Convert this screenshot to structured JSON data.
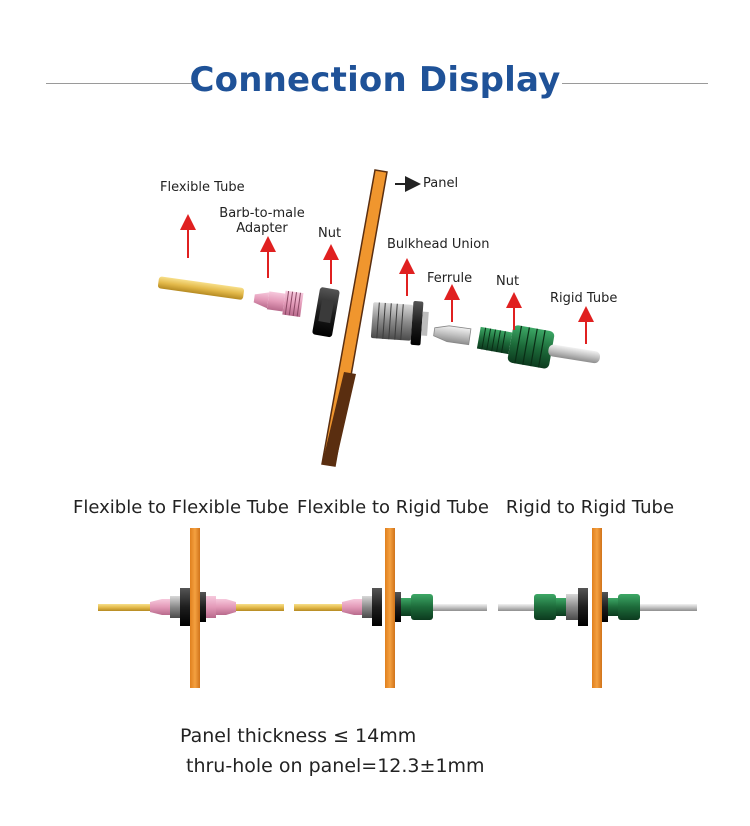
{
  "title": "Connection Display",
  "exploded_labels": {
    "flexible_tube": "Flexible Tube",
    "barb_adapter_line1": "Barb-to-male",
    "barb_adapter_line2": "Adapter",
    "nut_left": "Nut",
    "panel": "Panel",
    "bulkhead_union": "Bulkhead Union",
    "ferrule": "Ferrule",
    "nut_right": "Nut",
    "rigid_tube": "Rigid Tube"
  },
  "configurations": [
    {
      "label": "Flexible to Flexible Tube"
    },
    {
      "label": "Flexible to Rigid Tube"
    },
    {
      "label": "Rigid to Rigid Tube"
    }
  ],
  "specs": {
    "panel_thickness": "Panel thickness ≤ 14mm",
    "thru_hole": "thru-hole on panel=12.3±1mm"
  },
  "colors": {
    "title": "#1f5298",
    "arrow": "#e02020",
    "panel_orange": "#f0962e",
    "panel_dark": "#5a2e10",
    "flexible_tube": "#e8c35a",
    "rigid_tube": "#c8c8c8",
    "nut_green": "#1d6b3a",
    "adapter_pink": "#e39ab8"
  }
}
